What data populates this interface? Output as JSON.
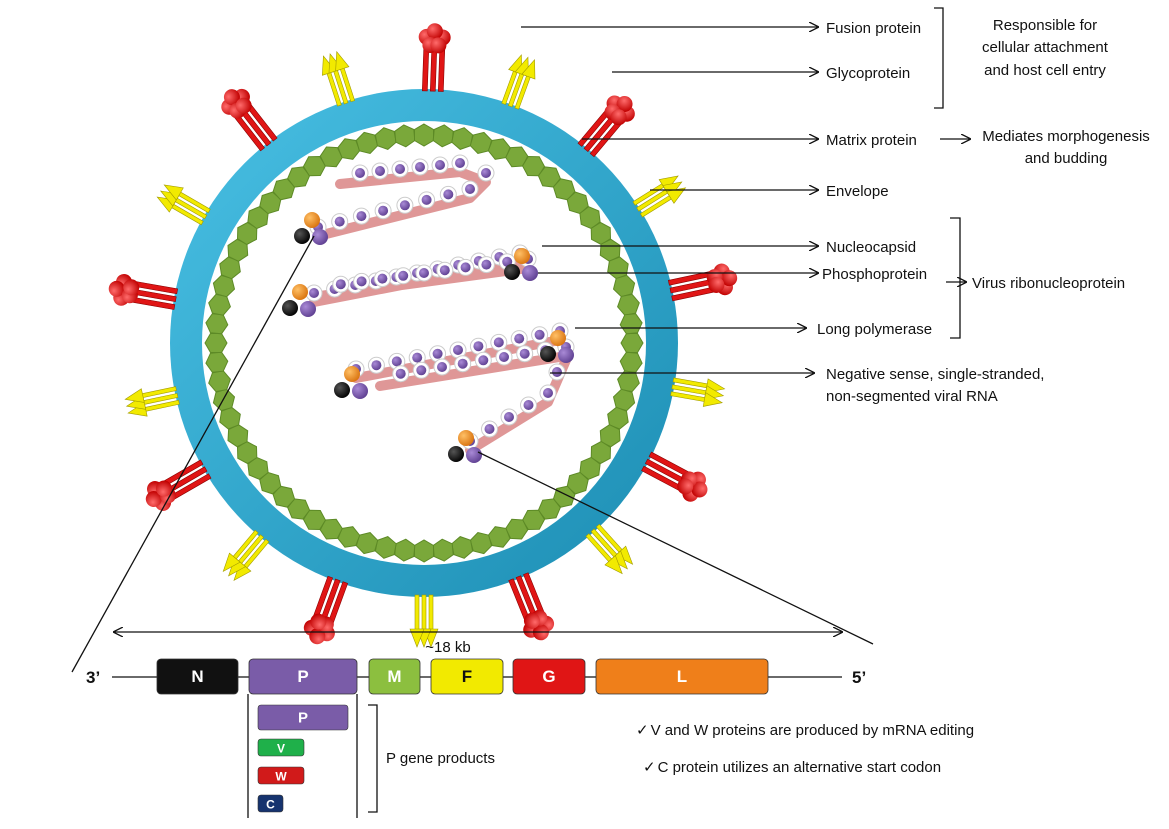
{
  "labels": {
    "fusion_protein": "Fusion protein",
    "glycoprotein": "Glycoprotein",
    "attachment_note": [
      "Responsible for",
      "cellular attachment",
      "and host cell entry"
    ],
    "matrix_protein": "Matrix protein",
    "matrix_note": [
      "Mediates morphogenesis",
      "and budding"
    ],
    "envelope": "Envelope",
    "nucleocapsid": "Nucleocapsid",
    "phosphoprotein": "Phosphoprotein",
    "long_polymerase": "Long polymerase",
    "rnp_note": "Virus ribonucleoprotein",
    "rna": [
      "Negative sense, single-stranded,",
      "non-segmented viral RNA"
    ]
  },
  "genome": {
    "length": "~18 kb",
    "end3": "3’",
    "end5": "5’",
    "genes": [
      {
        "name": "N",
        "color": "#111111"
      },
      {
        "name": "P",
        "color": "#7a5ca8"
      },
      {
        "name": "M",
        "color": "#8cbf3f"
      },
      {
        "name": "F",
        "color": "#f2ea00"
      },
      {
        "name": "G",
        "color": "#e01515"
      },
      {
        "name": "L",
        "color": "#ef7f1a"
      }
    ],
    "p_products": [
      {
        "name": "P",
        "color": "#7a5ca8"
      },
      {
        "name": "V",
        "color": "#1fb04a"
      },
      {
        "name": "W",
        "color": "#d11a1a"
      },
      {
        "name": "C",
        "color": "#16336e"
      }
    ],
    "p_products_label": "P gene products"
  },
  "notes": [
    {
      "tick": "✓",
      "text": "V and W proteins are produced by mRNA editing"
    },
    {
      "tick": "✓",
      "text": "C protein utilizes an alternative start codon"
    }
  ],
  "colors": {
    "envelope": "#2aa9cf",
    "matrix": "#7aa83a",
    "fusion": "#f2ea00",
    "glyco": "#e01515",
    "rna_strand": "#d98585"
  }
}
